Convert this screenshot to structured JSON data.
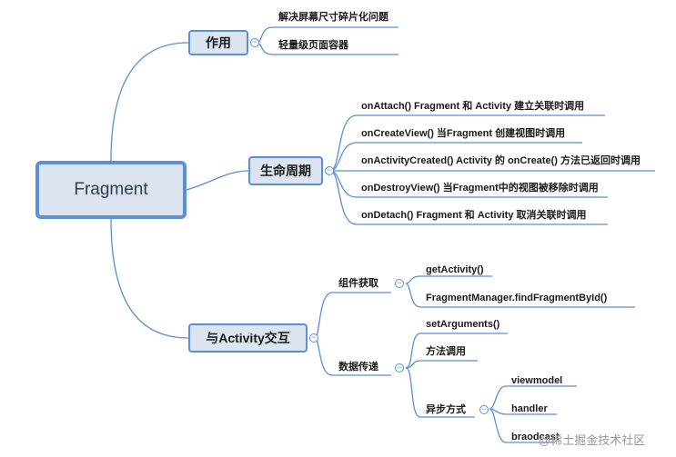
{
  "root": {
    "label": "Fragment"
  },
  "branches": {
    "role": {
      "label": "作用",
      "items": [
        "解决屏幕尺寸碎片化问题",
        "轻量级页面容器"
      ]
    },
    "lifecycle": {
      "label": "生命周期",
      "items": [
        "onAttach() Fragment 和 Activity 建立关联时调用",
        "onCreateView() 当Fragment 创建视图时调用",
        "onActivityCreated() Activity 的 onCreate() 方法已返回时调用",
        "onDestroyView() 当Fragment中的视图被移除时调用",
        "onDetach() Fragment 和 Activity 取消关联时调用"
      ]
    },
    "interaction": {
      "label": "与Activity交互",
      "component": {
        "label": "组件获取",
        "items": [
          "getActivity()",
          "FragmentManager.findFragmentById()"
        ]
      },
      "data_transfer": {
        "label": "数据传递",
        "items": [
          "setArguments()",
          "方法调用"
        ],
        "async": {
          "label": "异步方式",
          "items": [
            "viewmodel",
            "handler",
            "braodcast"
          ]
        }
      }
    }
  },
  "collapse_symbol": "−",
  "watermark": "@稀土掘金技术社区",
  "colors": {
    "line": "#5b8fd6",
    "node_fill": "#dbe4f0"
  }
}
